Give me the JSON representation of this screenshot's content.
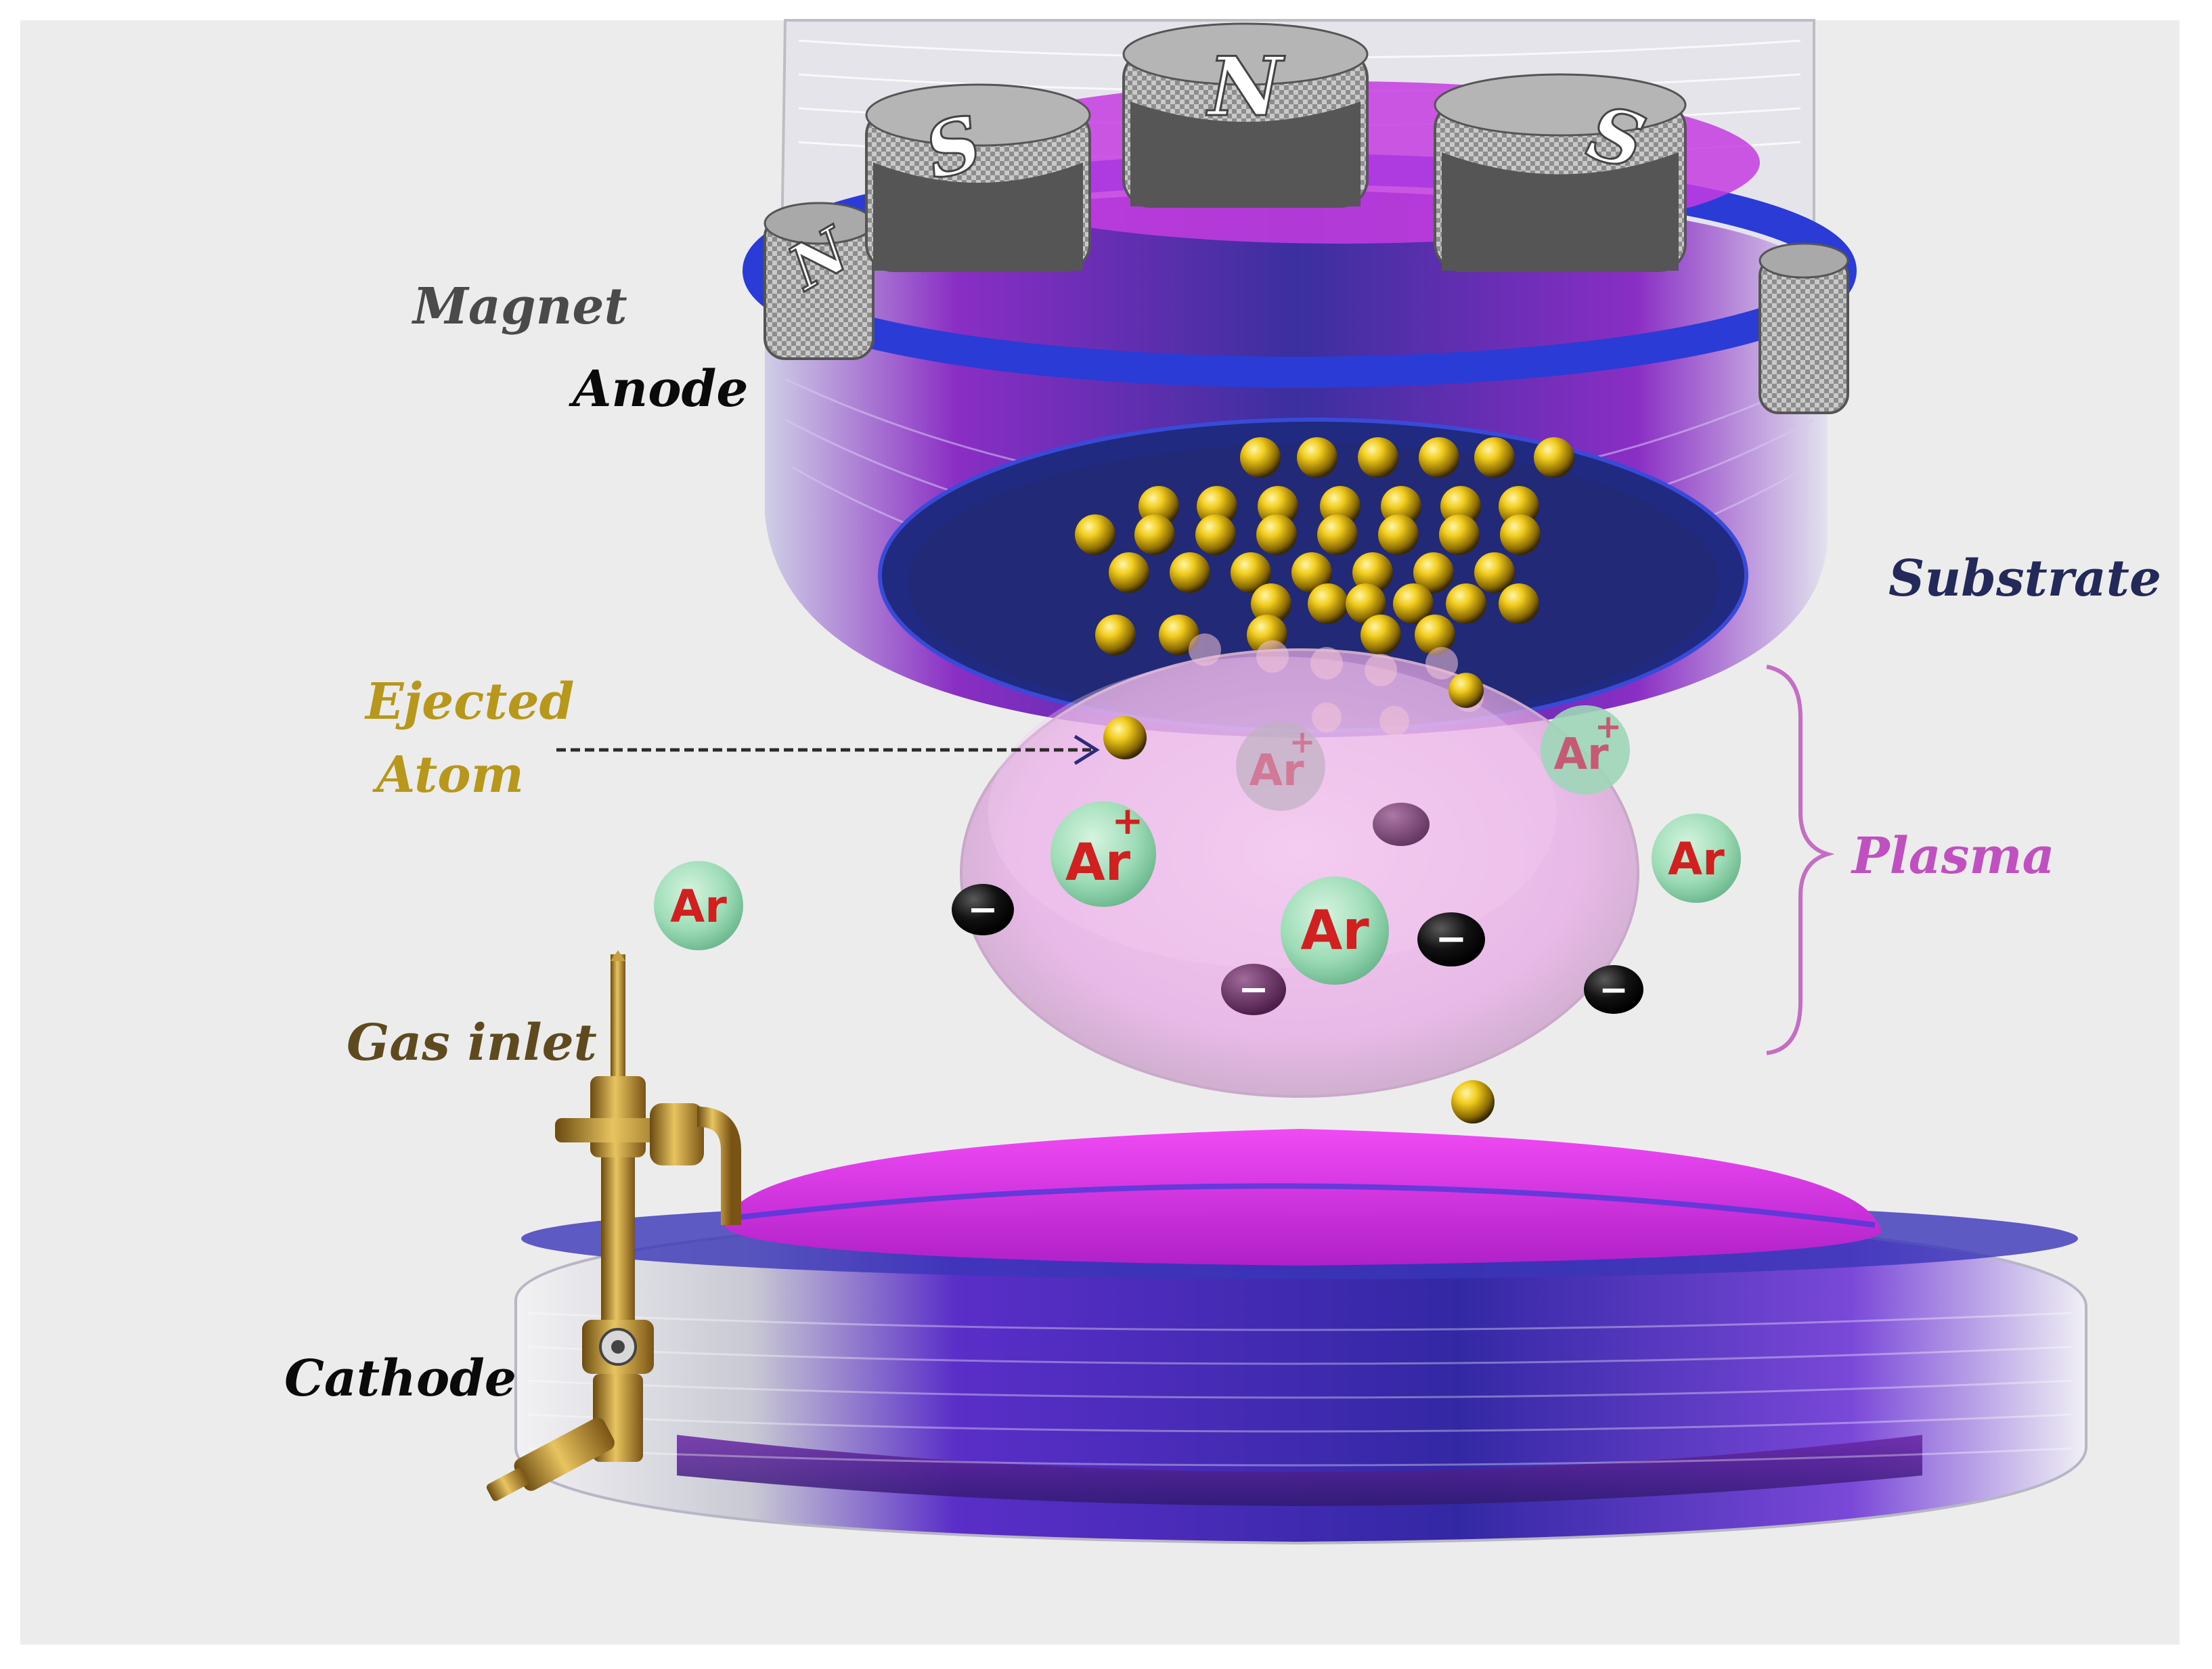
{
  "labels": {
    "magnet": "Magnet",
    "anode": "Anode",
    "substrate": "Substrate",
    "ejected_line1": "Ejected",
    "ejected_line2": "Atom",
    "plasma": "Plasma",
    "gas_inlet": "Gas inlet",
    "cathode": "Cathode"
  },
  "magnet_poles": {
    "left_edge": "N",
    "left": "S",
    "center": "N",
    "right": "S"
  },
  "particles": {
    "argon": "Ar",
    "argon_ion_charge": "+",
    "electron_charge": "−"
  },
  "colors": {
    "background": "#ececed",
    "magnet_label": "#4a4a4a",
    "anode_label": "#0a0a0a",
    "substrate_label": "#232a5a",
    "ejected_label": "#b8981c",
    "plasma_label": "#c050c0",
    "gas_label": "#5e4a1e",
    "cathode_label": "#0a0a0a",
    "argon_text": "#d02020",
    "atom_gold": "#e8c020",
    "target_magenta": "#d830e8",
    "disc_blue": "#2e2aa8"
  }
}
